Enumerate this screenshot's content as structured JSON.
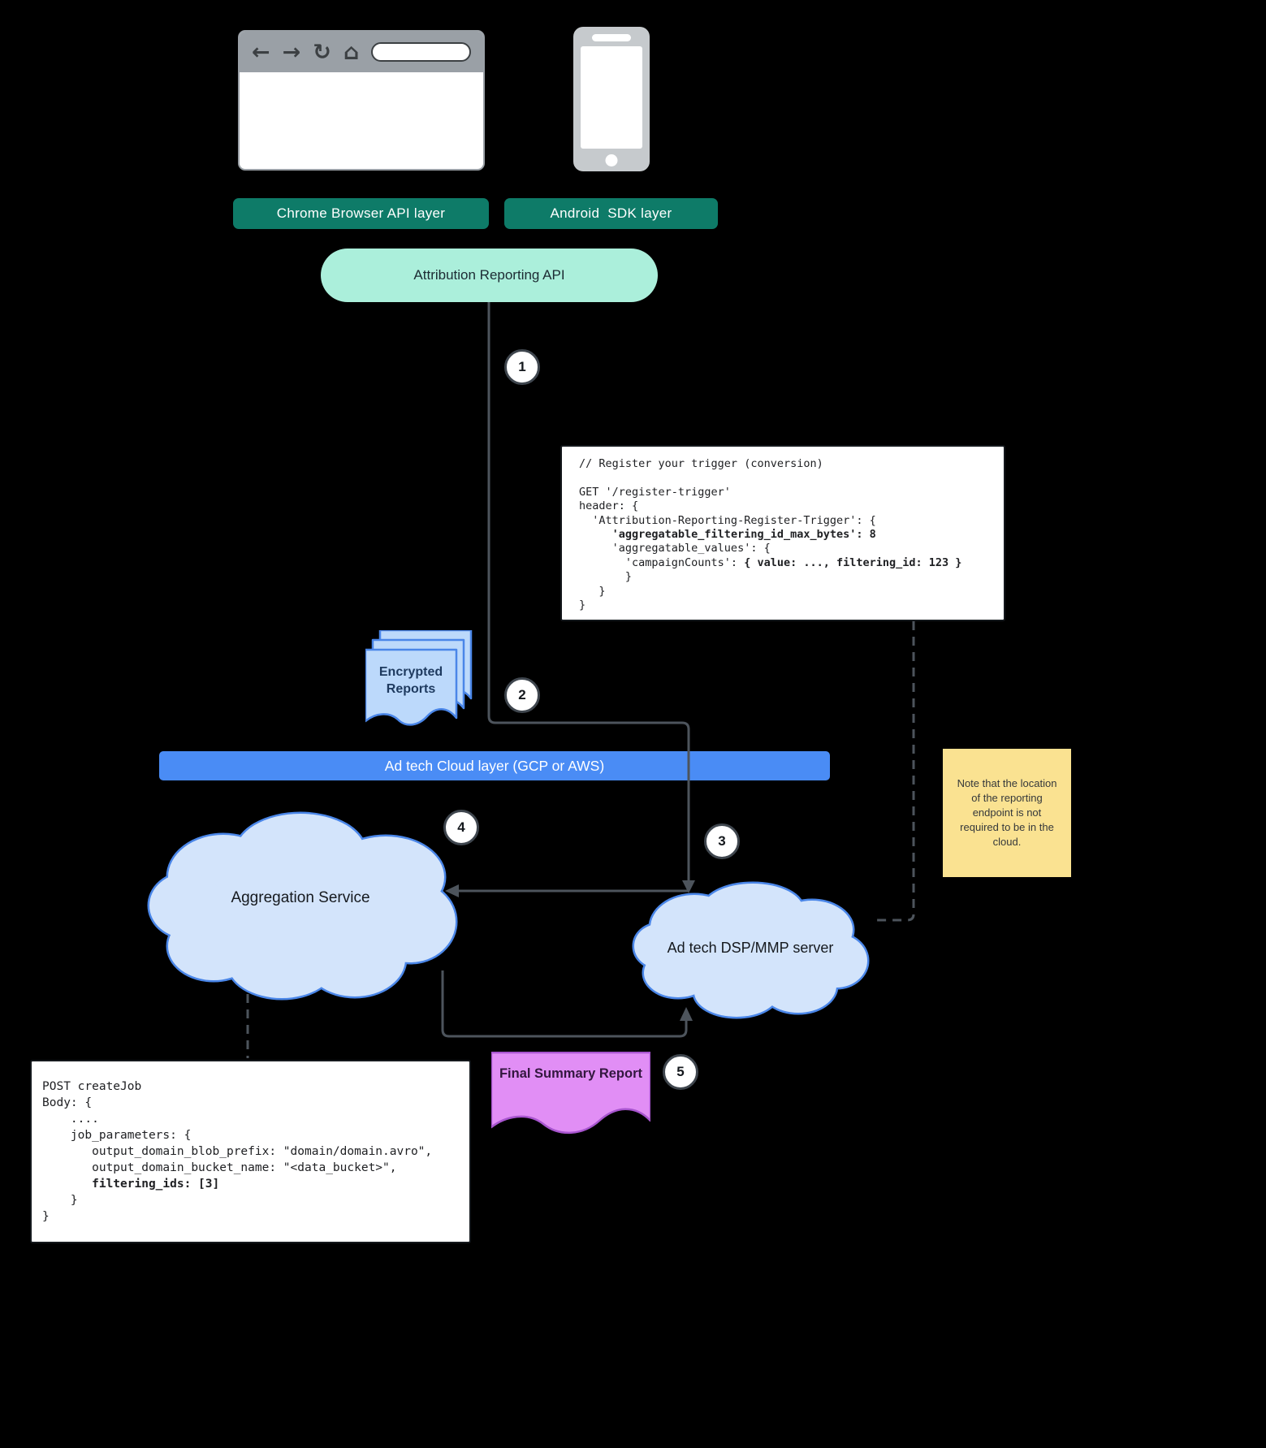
{
  "palette": {
    "bg": "#000000",
    "teal": "#0e7b68",
    "mint": "#abefdb",
    "mint-text": "#1c2b33",
    "blue": "#4a8cf5",
    "cloud-fill": "#d3e4fb",
    "cloud-stroke": "#4a86e8",
    "doc-blue": "#bcd9fb",
    "doc-blue-text": "#1e3a5f",
    "purple-fill": "#e18ef5",
    "purple-stroke": "#a855cf",
    "purple-text": "#33173f",
    "note-bg": "#fae291",
    "note-text": "#35383b",
    "line": "#4d545c",
    "code-bg": "#ffffff",
    "code-text": "#202124",
    "code-border": "#14181c",
    "toolbar-gray": "#9aa0a6",
    "icon-dark": "#3c4043",
    "phone-gray": "#c6cacd"
  },
  "browser": {
    "back_icon": "←",
    "forward_icon": "→",
    "reload_icon": "↻",
    "home_icon": "⌂"
  },
  "layers": {
    "chrome_label": "Chrome Browser API layer",
    "android_label": "Android  SDK layer",
    "api_label": "Attribution Reporting API",
    "cloud_label": "Ad tech Cloud layer (GCP or AWS)"
  },
  "steps": {
    "s1": "1",
    "s2": "2",
    "s3": "3",
    "s4": "4",
    "s5": "5"
  },
  "clouds": {
    "aggregation_label": "Aggregation Service",
    "dsp_label": "Ad tech DSP/MMP server"
  },
  "docs": {
    "encrypted_label": "Encrypted Reports",
    "final_label": "Final Summary Report"
  },
  "note_text": "Note that the location of the reporting endpoint is not required to be in the cloud.",
  "code_trigger": {
    "lines": [
      [
        {
          "t": "// Register your trigger (conversion)"
        }
      ],
      [],
      [
        {
          "t": "GET '/register-trigger'"
        }
      ],
      [
        {
          "t": "header: {"
        }
      ],
      [
        {
          "t": "  'Attribution-Reporting-Register-Trigger': {"
        }
      ],
      [
        {
          "t": "     "
        },
        {
          "t": "'aggregatable_filtering_id_max_bytes': 8",
          "b": true
        }
      ],
      [
        {
          "t": "     'aggregatable_values': {"
        }
      ],
      [
        {
          "t": "       'campaignCounts': "
        },
        {
          "t": "{ value: ..., filtering_id: 123 }",
          "b": true
        }
      ],
      [
        {
          "t": "       }"
        }
      ],
      [
        {
          "t": "   }"
        }
      ],
      [
        {
          "t": "}"
        }
      ]
    ]
  },
  "code_job": {
    "lines": [
      [
        {
          "t": "POST createJob"
        }
      ],
      [
        {
          "t": "Body: {"
        }
      ],
      [
        {
          "t": "    ...."
        }
      ],
      [
        {
          "t": "    job_parameters: {"
        }
      ],
      [
        {
          "t": "       output_domain_blob_prefix: \"domain/domain.avro\","
        }
      ],
      [
        {
          "t": "       output_domain_bucket_name: \"<data_bucket>\","
        }
      ],
      [
        {
          "t": "       "
        },
        {
          "t": "filtering_ids: [3]",
          "b": true
        }
      ],
      [
        {
          "t": "    }"
        }
      ],
      [
        {
          "t": "}"
        }
      ]
    ]
  }
}
